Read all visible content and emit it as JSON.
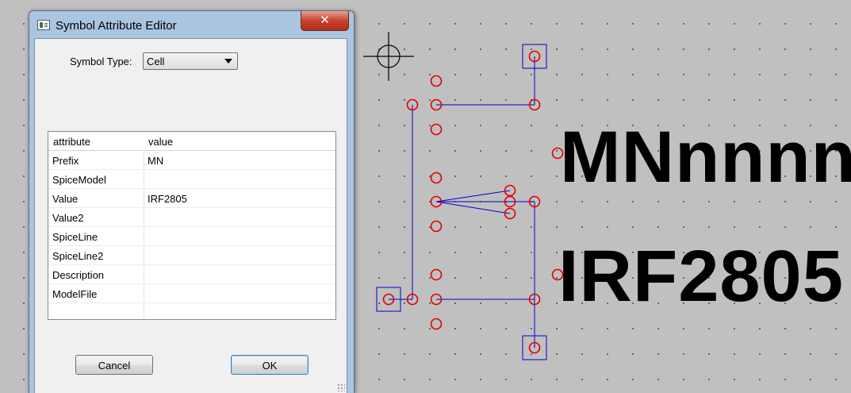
{
  "dialog": {
    "title": "Symbol Attribute Editor",
    "close_glyph": "✕",
    "symbol_type_label": "Symbol Type:",
    "symbol_type_value": "Cell",
    "table": {
      "headers": [
        "attribute",
        "value"
      ],
      "rows": [
        {
          "attribute": "Prefix",
          "value": "MN"
        },
        {
          "attribute": "SpiceModel",
          "value": ""
        },
        {
          "attribute": "Value",
          "value": "IRF2805"
        },
        {
          "attribute": "Value2",
          "value": ""
        },
        {
          "attribute": "SpiceLine",
          "value": ""
        },
        {
          "attribute": "SpiceLine2",
          "value": ""
        },
        {
          "attribute": "Description",
          "value": ""
        },
        {
          "attribute": "ModelFile",
          "value": ""
        }
      ]
    },
    "cancel_label": "Cancel",
    "ok_label": "OK"
  },
  "canvas": {
    "prefix_text": "MNnnnn",
    "value_text": "IRF2805",
    "wire_color": "#0000cc",
    "pin_color": "#e00000",
    "grid_dot_color": "#505050",
    "background_color": "#c0c0c0"
  }
}
